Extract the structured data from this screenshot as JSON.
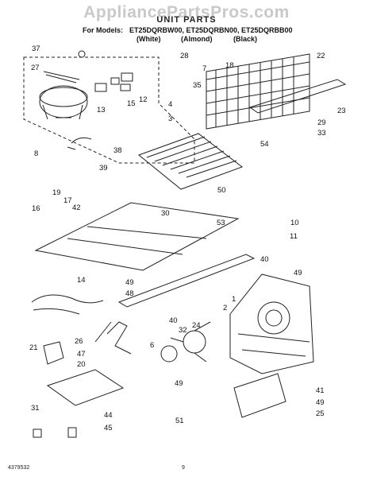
{
  "watermark": "AppliancePartsPros.com",
  "title": "UNIT PARTS",
  "models": {
    "prefix": "For Models:",
    "list": "ET25DQRBW00, ET25DQRBN00, ET25DQRBB00",
    "white": "(White)",
    "almond": "(Almond)",
    "black": "(Black)"
  },
  "callouts": [
    "37",
    "28",
    "18",
    "22",
    "27",
    "7",
    "35",
    "12",
    "15",
    "13",
    "4",
    "23",
    "3",
    "29",
    "33",
    "54",
    "38",
    "8",
    "39",
    "50",
    "19",
    "17",
    "42",
    "16",
    "30",
    "10",
    "53",
    "11",
    "40",
    "14",
    "49",
    "48",
    "2",
    "1",
    "32",
    "24",
    "26",
    "6",
    "21",
    "47",
    "20",
    "41",
    "44",
    "31",
    "25",
    "45",
    "51"
  ],
  "footer": {
    "doc_number": "4379532",
    "page": "9"
  }
}
